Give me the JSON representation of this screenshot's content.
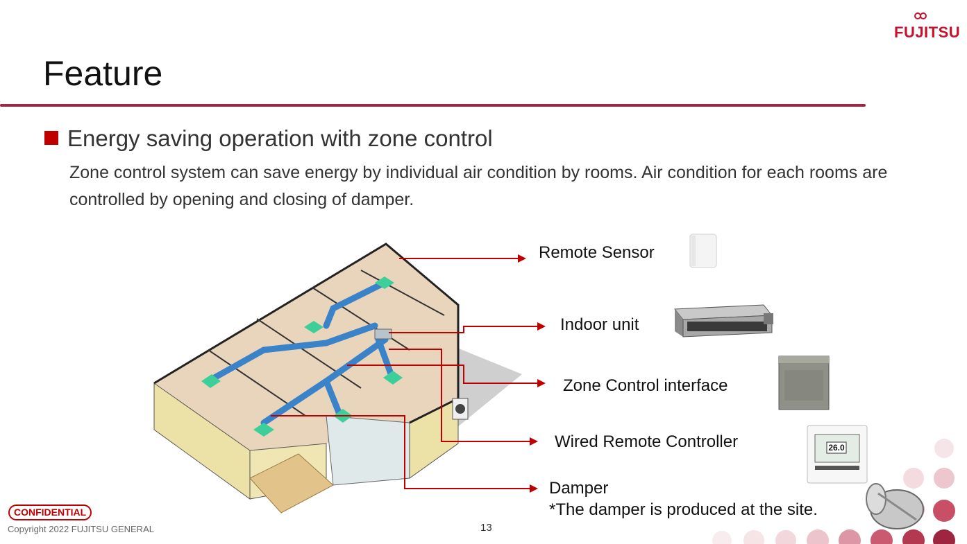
{
  "brand": {
    "logo_text": "FUJITSU",
    "accent": "#c8102e",
    "rule_color": "#9b2941"
  },
  "slide": {
    "title": "Feature",
    "subtitle": "Energy saving operation with zone control",
    "body": "Zone control system can save energy by individual air condition by rooms. Air condition for each rooms are controlled by opening and closing of damper."
  },
  "callouts": {
    "remote_sensor": "Remote Sensor",
    "indoor_unit": "Indoor unit",
    "zone_control": "Zone Control interface",
    "wired_remote": "Wired Remote Controller",
    "damper": "Damper",
    "damper_note": "*The damper is produced at the site."
  },
  "controller_display": {
    "temperature": "26.0"
  },
  "footer": {
    "confidential": "CONFIDENTIAL",
    "copyright": "Copyright 2022 FUJITSU GENERAL",
    "page": "13"
  }
}
